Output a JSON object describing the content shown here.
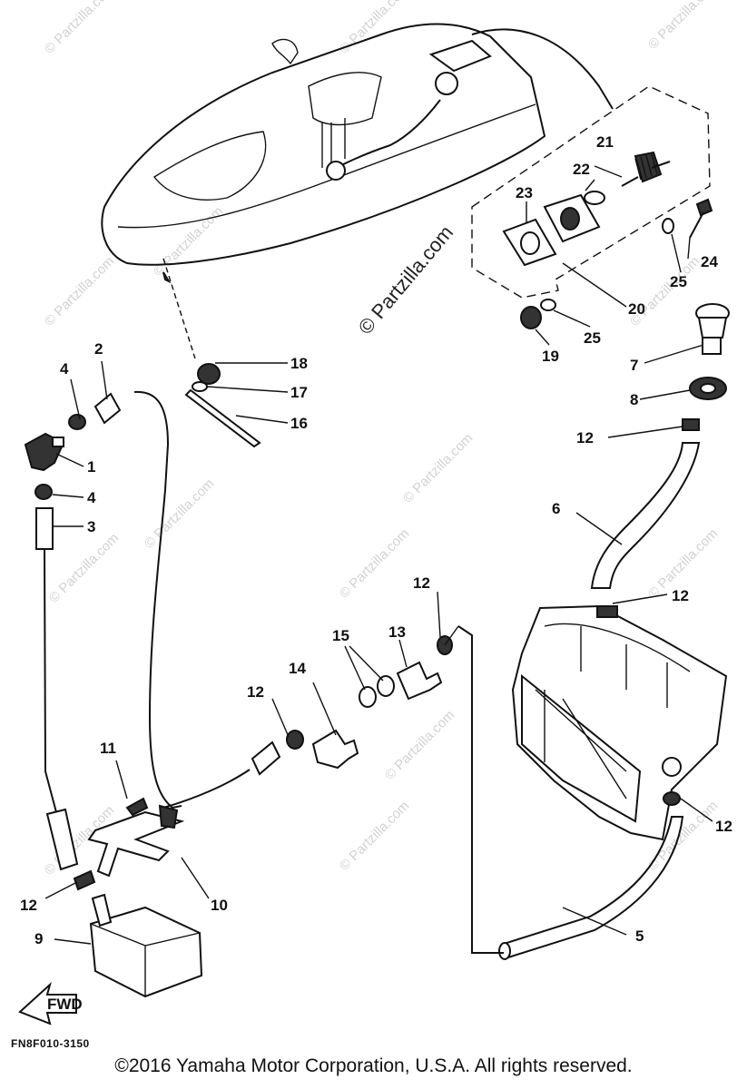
{
  "watermark": "© Partzilla.com",
  "watermark_small": "© Partzilla.com",
  "fwd_label": "FWD",
  "diagram_code": "FN8F010-3150",
  "copyright": "©2016  Yamaha Motor Corporation, U.S.A. All rights reserved.",
  "callouts": {
    "c1": "1",
    "c2": "2",
    "c3": "3",
    "c4a": "4",
    "c4b": "4",
    "c5": "5",
    "c6": "6",
    "c7": "7",
    "c8": "8",
    "c9": "9",
    "c10": "10",
    "c11": "11",
    "c12a": "12",
    "c12b": "12",
    "c12c": "12",
    "c12d": "12",
    "c12e": "12",
    "c12f": "12",
    "c13": "13",
    "c14": "14",
    "c15": "15",
    "c16": "16",
    "c17": "17",
    "c18": "18",
    "c19": "19",
    "c20": "20",
    "c21": "21",
    "c22": "22",
    "c23": "23",
    "c24": "24",
    "c25a": "25",
    "c25b": "25"
  }
}
